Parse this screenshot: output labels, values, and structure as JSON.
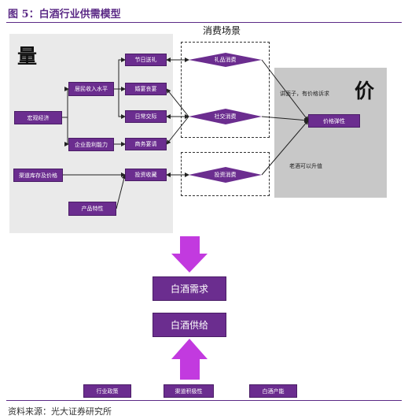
{
  "figure": {
    "title": "图 5：白酒行业供需模型",
    "source": "资料来源：光大证券研究所"
  },
  "labels": {
    "quantity": "量",
    "price": "价",
    "consumption_scene": "消费场景"
  },
  "left_nodes": {
    "macro_economy": "宏观经济",
    "resident_income": "居民收入水平",
    "corporate_profit": "企业盈利能力",
    "channel_inventory": "渠道库存及价格",
    "product_features": "产品特性",
    "holiday_gifts": "节日送礼",
    "wedding_banquet": "婚宴丧宴",
    "daily_social": "日常交际",
    "business_banquet": "商务宴请",
    "investment_collection": "投资收藏"
  },
  "consumption_types": {
    "gift": "礼品消费",
    "social": "社交消费",
    "investment": "投资消费"
  },
  "price_side": {
    "face_value_note": "讲面子，有价格诉求",
    "aging_note": "老酒可以升值",
    "price_elasticity": "价格弹性"
  },
  "bottom": {
    "demand": "白酒需求",
    "supply": "白酒供给",
    "industry_policy": "行业政策",
    "channel_enthusiasm": "渠道积极性",
    "liquor_capacity": "白酒产能"
  },
  "colors": {
    "accent_purple": "#6b2d8f",
    "arrow_magenta": "#c23adf",
    "title_purple": "#5b2a86"
  }
}
